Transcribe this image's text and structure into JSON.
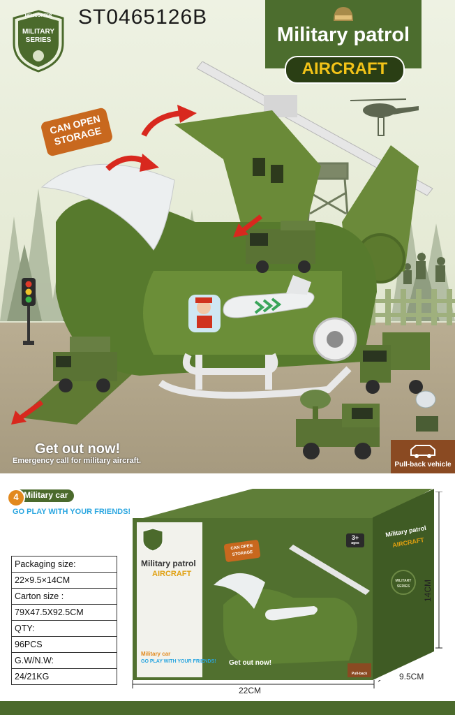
{
  "product": {
    "sku": "ST0465126B",
    "title_line1": "Military patrol",
    "title_line2": "AIRCRAFT"
  },
  "badge": {
    "top": "HELICOPTER",
    "middle": "MILITARY",
    "bottom": "SERIES"
  },
  "callouts": {
    "storage": "CAN OPEN STORAGE",
    "get_out": "Get out now!",
    "emergency": "Emergency call for military aircraft.",
    "pull_back": "Pull-back vehicle"
  },
  "feature": {
    "number": "4",
    "label": "Military car",
    "tagline": "GO PLAY WITH YOUR FRIENDS!"
  },
  "specs": [
    {
      "label": "Packaging size:",
      "value": "22×9.5×14CM"
    },
    {
      "label": "Carton size :",
      "value": "79X47.5X92.5CM"
    },
    {
      "label": "QTY:",
      "value": "96PCS"
    },
    {
      "label": "G.W/N.W:",
      "value": "24/21KG"
    }
  ],
  "dimensions": {
    "width": "22CM",
    "depth": "9.5CM",
    "height": "14CM"
  },
  "package": {
    "age": "3+",
    "age_unit": "ages",
    "title_line1": "Military patrol",
    "title_line2": "AIRCRAFT",
    "storage": "CAN OPEN STORAGE",
    "get_out": "Get out now!",
    "feature_label": "Military car",
    "tagline": "GO PLAY WITH YOUR FRIENDS!",
    "side_title_line1": "Military patrol",
    "side_title_line2": "AIRCRAFT",
    "side_badge": "MILITARY SERIES",
    "pull_back": "Pull-back vehicle"
  },
  "colors": {
    "army_green": "#4c6d2e",
    "dark_green": "#2a3e14",
    "accent_yellow": "#f2c318",
    "tag_orange": "#c8681e",
    "arrow_red": "#d8281e",
    "sky_blue": "#2aa6e0"
  }
}
